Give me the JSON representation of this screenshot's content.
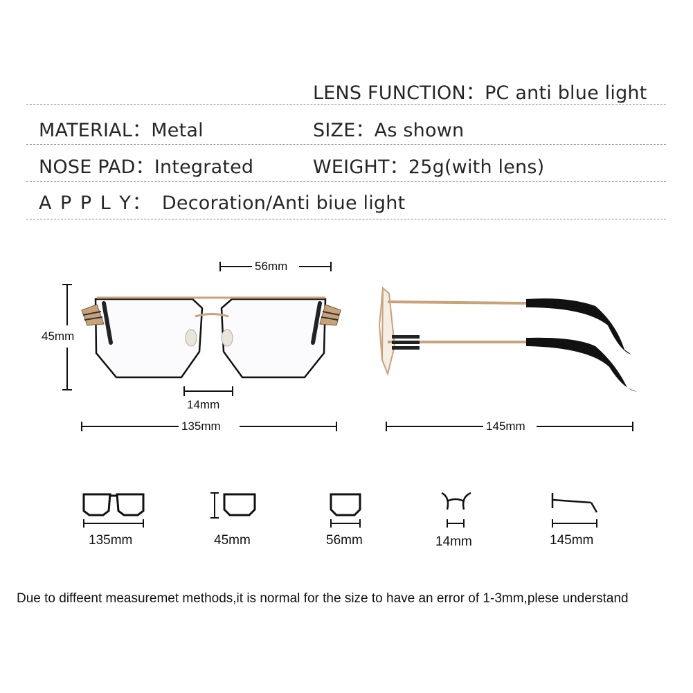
{
  "specs": {
    "lens_function": {
      "label": "LENS FUNCTION：",
      "value": "PC anti blue light"
    },
    "material": {
      "label": "MATERIAL：",
      "value": "Metal"
    },
    "size": {
      "label": "SIZE：",
      "value": "As shown"
    },
    "nose_pad": {
      "label": "NOSE PAD：",
      "value": "Integrated"
    },
    "weight": {
      "label": "WEIGHT：",
      "value": "25g(with lens)"
    },
    "apply": {
      "label": "A P P L Y：",
      "value": "Decoration/Anti biue light"
    }
  },
  "measurements": {
    "lens_width": "56mm",
    "lens_height": "45mm",
    "bridge": "14mm",
    "frame_width": "135mm",
    "temple_length": "145mm"
  },
  "icons": [
    {
      "icon": "frame-width-icon",
      "label": "135mm"
    },
    {
      "icon": "lens-height-icon",
      "label": "45mm"
    },
    {
      "icon": "lens-width-icon",
      "label": "56mm"
    },
    {
      "icon": "bridge-width-icon",
      "label": "14mm"
    },
    {
      "icon": "temple-length-icon",
      "label": "145mm"
    }
  ],
  "note": "Due to diffeent measuremet methods,it is normal for the size to have an error of 1-3mm,plese understand",
  "colors": {
    "frame_gold": "#c9a27a",
    "frame_black": "#111111",
    "rule": "#8a8a8a"
  }
}
